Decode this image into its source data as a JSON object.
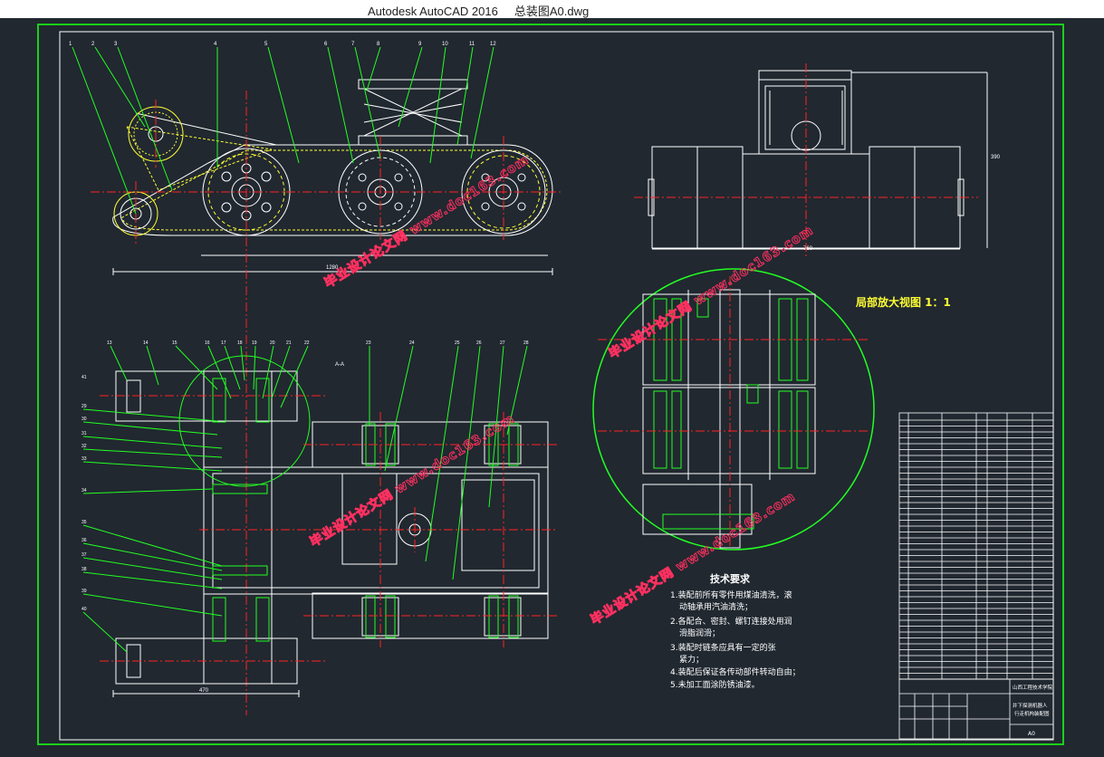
{
  "window": {
    "app_name": "Autodesk AutoCAD 2016",
    "file_name": "总装图A0.dwg"
  },
  "drawing": {
    "detail_title": "局部放大视图  1：1",
    "section_label": "A-A",
    "tech_requirements": {
      "title": "技术要求",
      "items": [
        "1.装配前所有零件用煤油清洗，滚",
        "动轴承用汽油清洗；",
        "2.各配合、密封、螺钉连接处用润",
        "滑脂润滑；",
        "3.装配时链条应具有一定的张",
        "紧力；",
        "4.装配后保证各传动部件转动自由；",
        "5.未加工面涂防锈油漆。"
      ]
    },
    "title_block": {
      "school": "山西工程技术学院",
      "drawing_name_1": "井下探测机器人",
      "drawing_name_2": "行走机构装配图",
      "sheet_size": "A0"
    },
    "watermark": "毕业设计论文网 www.doc163.com"
  },
  "colors": {
    "background": "#212830",
    "titlebar": "#ffffff",
    "frame": "#19d119",
    "lines": "#ffffff",
    "centerline": "#ff2222",
    "leader": "#22ff22",
    "highlight": "#ffff33",
    "text": "#ffffff",
    "watermark": "#ff3060"
  }
}
